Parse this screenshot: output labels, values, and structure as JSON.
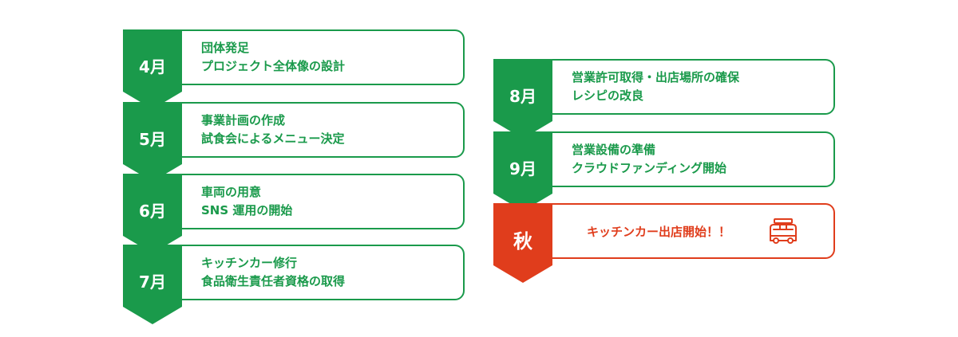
{
  "colors": {
    "green": "#1a9a4b",
    "red": "#e03d1c"
  },
  "left_column": [
    {
      "month": "4月",
      "line1": "団体発足",
      "line2": "プロジェクト全体像の設計"
    },
    {
      "month": "5月",
      "line1": "事業計画の作成",
      "line2": "試食会によるメニュー決定"
    },
    {
      "month": "6月",
      "line1": "車両の用意",
      "line2": "SNS 運用の開始"
    },
    {
      "month": "7月",
      "line1": "キッチンカー修行",
      "line2": "食品衛生責任者資格の取得"
    }
  ],
  "right_column": [
    {
      "month": "8月",
      "line1": "営業許可取得・出店場所の確保",
      "line2": "レシピの改良"
    },
    {
      "month": "9月",
      "line1": "営業設備の準備",
      "line2": "クラウドファンディング開始"
    }
  ],
  "autumn": {
    "label": "秋",
    "text": "キッチンカー出店開始！！",
    "icon": "food-truck-icon"
  }
}
